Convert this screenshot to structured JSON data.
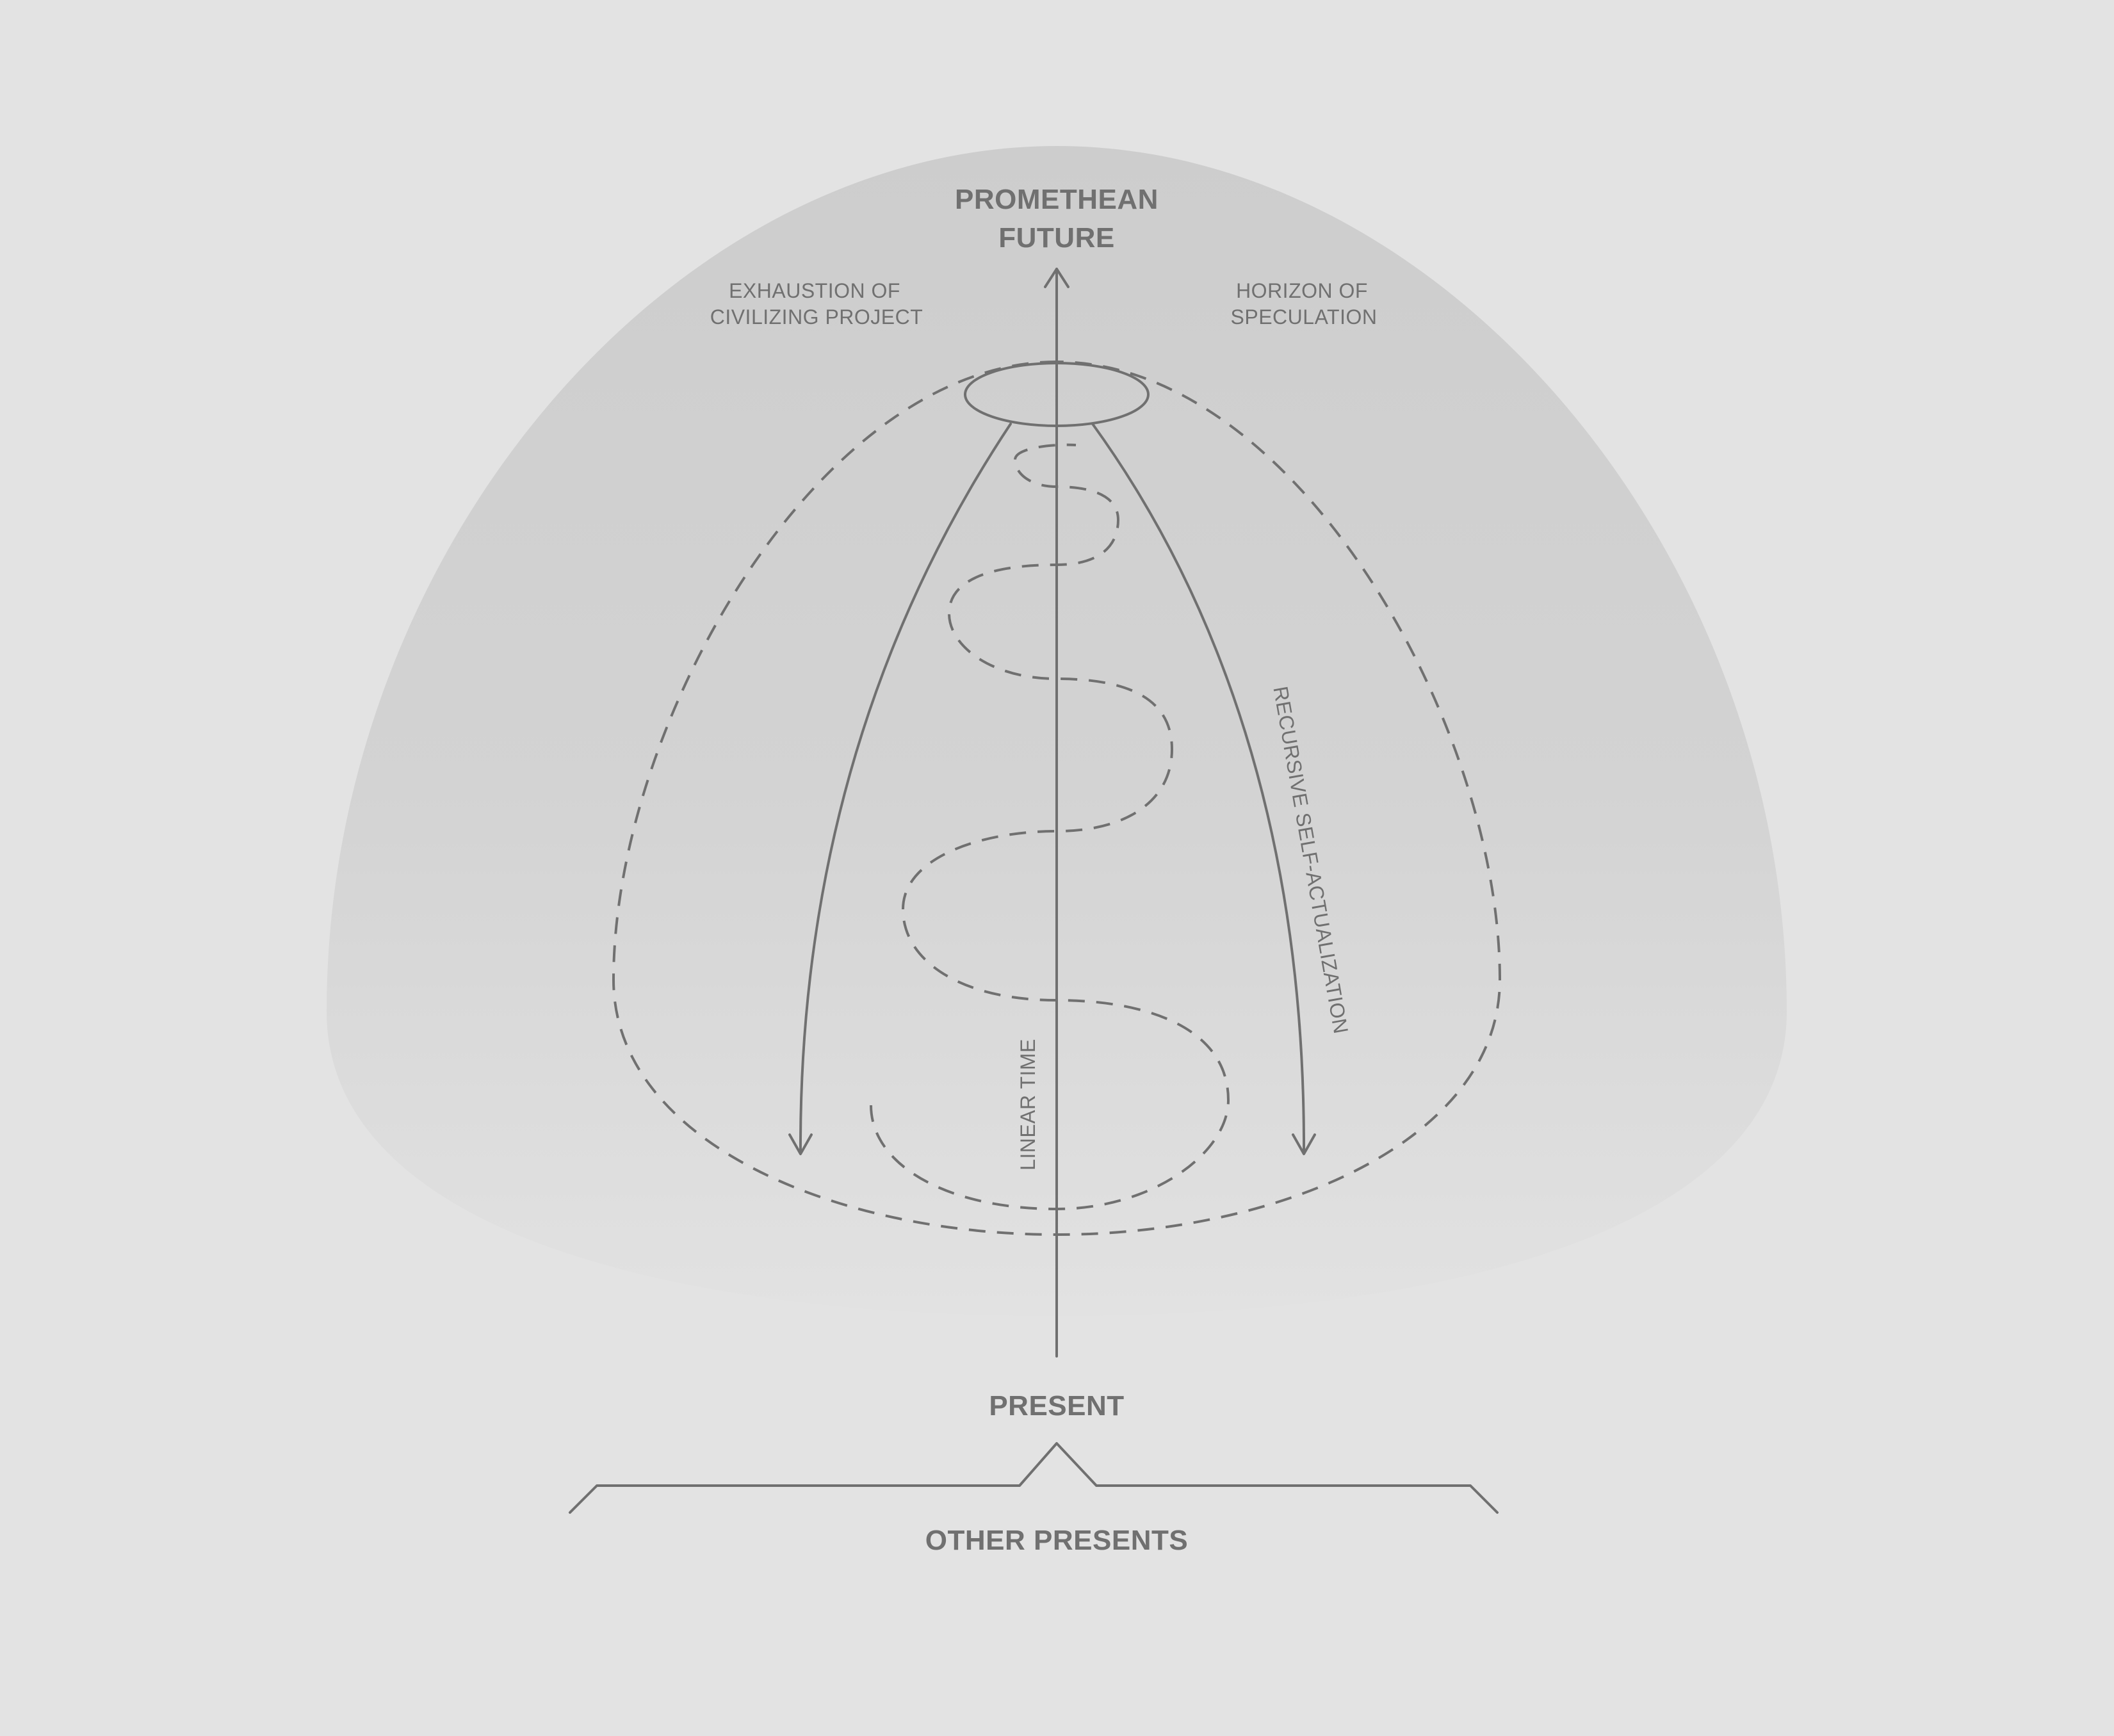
{
  "labels": {
    "future_line1": "PROMETHEAN",
    "future_line2": "FUTURE",
    "left_line1": "EXHAUSTION OF",
    "left_line2": "CIVILIZING PROJECT",
    "right_line1": "HORIZON OF",
    "right_line2": "SPECULATION",
    "recursive": "RECURSIVE SELF-ACTUALIZATION",
    "linear_time": "LINEAR TIME",
    "present": "PRESENT",
    "other_presents": "OTHER PRESENTS"
  },
  "colors": {
    "background": "#e3e3e3",
    "dome_top": "#cdcdcd",
    "dome_bottom": "#e2e2e2",
    "stroke": "#707070",
    "text": "#707070"
  }
}
